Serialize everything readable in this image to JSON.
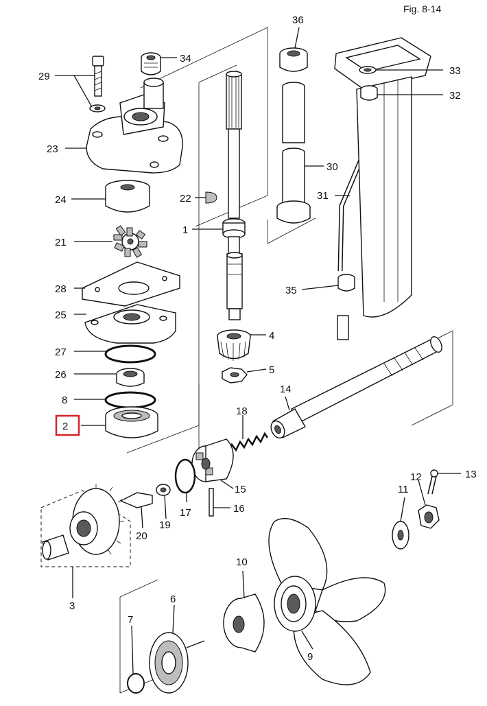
{
  "figure": {
    "title": "Fig. 8-14"
  },
  "highlight": {
    "label": "2",
    "color": "#d6222a"
  },
  "labels": {
    "p1": "1",
    "p2": "2",
    "p3": "3",
    "p4": "4",
    "p5": "5",
    "p6": "6",
    "p7": "7",
    "p8": "8",
    "p9": "9",
    "p10": "10",
    "p11": "11",
    "p12": "12",
    "p13": "13",
    "p14": "14",
    "p15": "15",
    "p16": "16",
    "p17": "17",
    "p18": "18",
    "p19": "19",
    "p20": "20",
    "p21": "21",
    "p22": "22",
    "p23": "23",
    "p24": "24",
    "p25": "25",
    "p26": "26",
    "p27": "27",
    "p28": "28",
    "p29": "29",
    "p30": "30",
    "p31": "31",
    "p32": "32",
    "p33": "33",
    "p34": "34",
    "p35": "35",
    "p36": "36"
  }
}
